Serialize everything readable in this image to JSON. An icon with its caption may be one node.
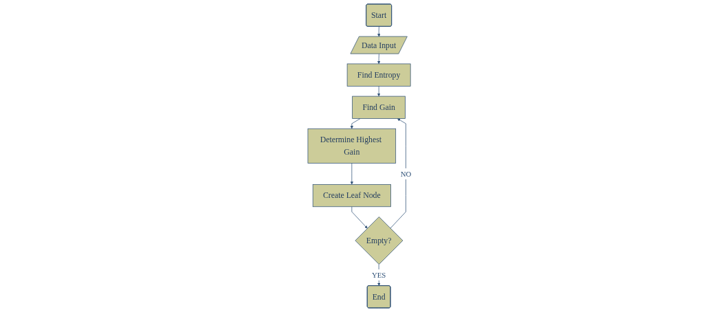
{
  "diagram": {
    "nodes": [
      {
        "text": [
          "Start"
        ]
      },
      {
        "text": [
          "Data Input"
        ]
      },
      {
        "text": [
          "Find Entropy"
        ]
      },
      {
        "text": [
          "Find Gain"
        ]
      },
      {
        "text": [
          "Determine Highest Gain"
        ]
      },
      {
        "text": [
          "Create Leaf Node"
        ]
      },
      {
        "text": [
          "Empty?"
        ]
      },
      {
        "text": [
          "End"
        ]
      }
    ],
    "edges": [
      {
        "from": 0,
        "to": 1,
        "arrow": "to"
      },
      {
        "from": 1,
        "to": 2,
        "arrow": "to"
      },
      {
        "from": 2,
        "to": 3,
        "arrow": "to"
      },
      {
        "from": 3,
        "to": 4,
        "arrow": "to"
      },
      {
        "from": 4,
        "to": 5,
        "arrow": "to"
      },
      {
        "from": 5,
        "to": 6,
        "arrow": "to"
      },
      {
        "from": 6,
        "to": 3,
        "label": "NO",
        "arrow": "to"
      },
      {
        "from": 6,
        "to": 7,
        "label": "YES",
        "arrow": "to"
      }
    ]
  }
}
